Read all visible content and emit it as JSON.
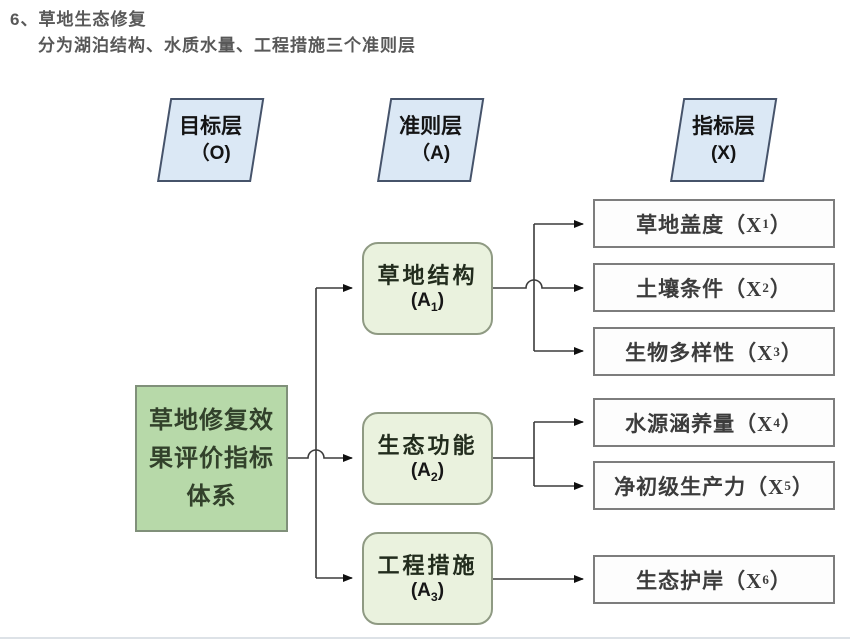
{
  "page": {
    "title": "6、草地生态修复",
    "subtitle": "分为湖泊结构、水质水量、工程措施三个准则层"
  },
  "layers": [
    {
      "line1": "目标层",
      "line2": "（O)"
    },
    {
      "line1": "准则层",
      "line2": "（A)"
    },
    {
      "line1": "指标层",
      "line2": "(X)"
    }
  ],
  "goal": {
    "text": "草地修复效果评价指标体系"
  },
  "criteria": [
    {
      "name": "草地结构",
      "code_prefix": "(A",
      "sub": "1",
      "code_suffix": ")"
    },
    {
      "name": "生态功能",
      "code_prefix": "(A",
      "sub": "2",
      "code_suffix": ")"
    },
    {
      "name": "工程措施",
      "code_prefix": "(A",
      "sub": "3",
      "code_suffix": ")"
    }
  ],
  "indicators": [
    {
      "prefix": "草地盖度（X",
      "sub": "1",
      "suffix": "）"
    },
    {
      "prefix": "土壤条件（X",
      "sub": "2",
      "suffix": "）"
    },
    {
      "prefix": "生物多样性（X",
      "sub": "3",
      "suffix": "）"
    },
    {
      "prefix": "水源涵养量（X",
      "sub": "4",
      "suffix": "）"
    },
    {
      "prefix": "净初级生产力（X",
      "sub": "5",
      "suffix": "）"
    },
    {
      "prefix": "生态护岸（X",
      "sub": "6",
      "suffix": "）"
    }
  ],
  "colors": {
    "header_fill": "#dbe8f5",
    "header_border": "#46536a",
    "goal_fill": "#b7d9a9",
    "criterion_fill": "#eaf2de",
    "indicator_fill": "#fdfdfd",
    "line": "#3b3b3b",
    "title_text": "#585858"
  }
}
